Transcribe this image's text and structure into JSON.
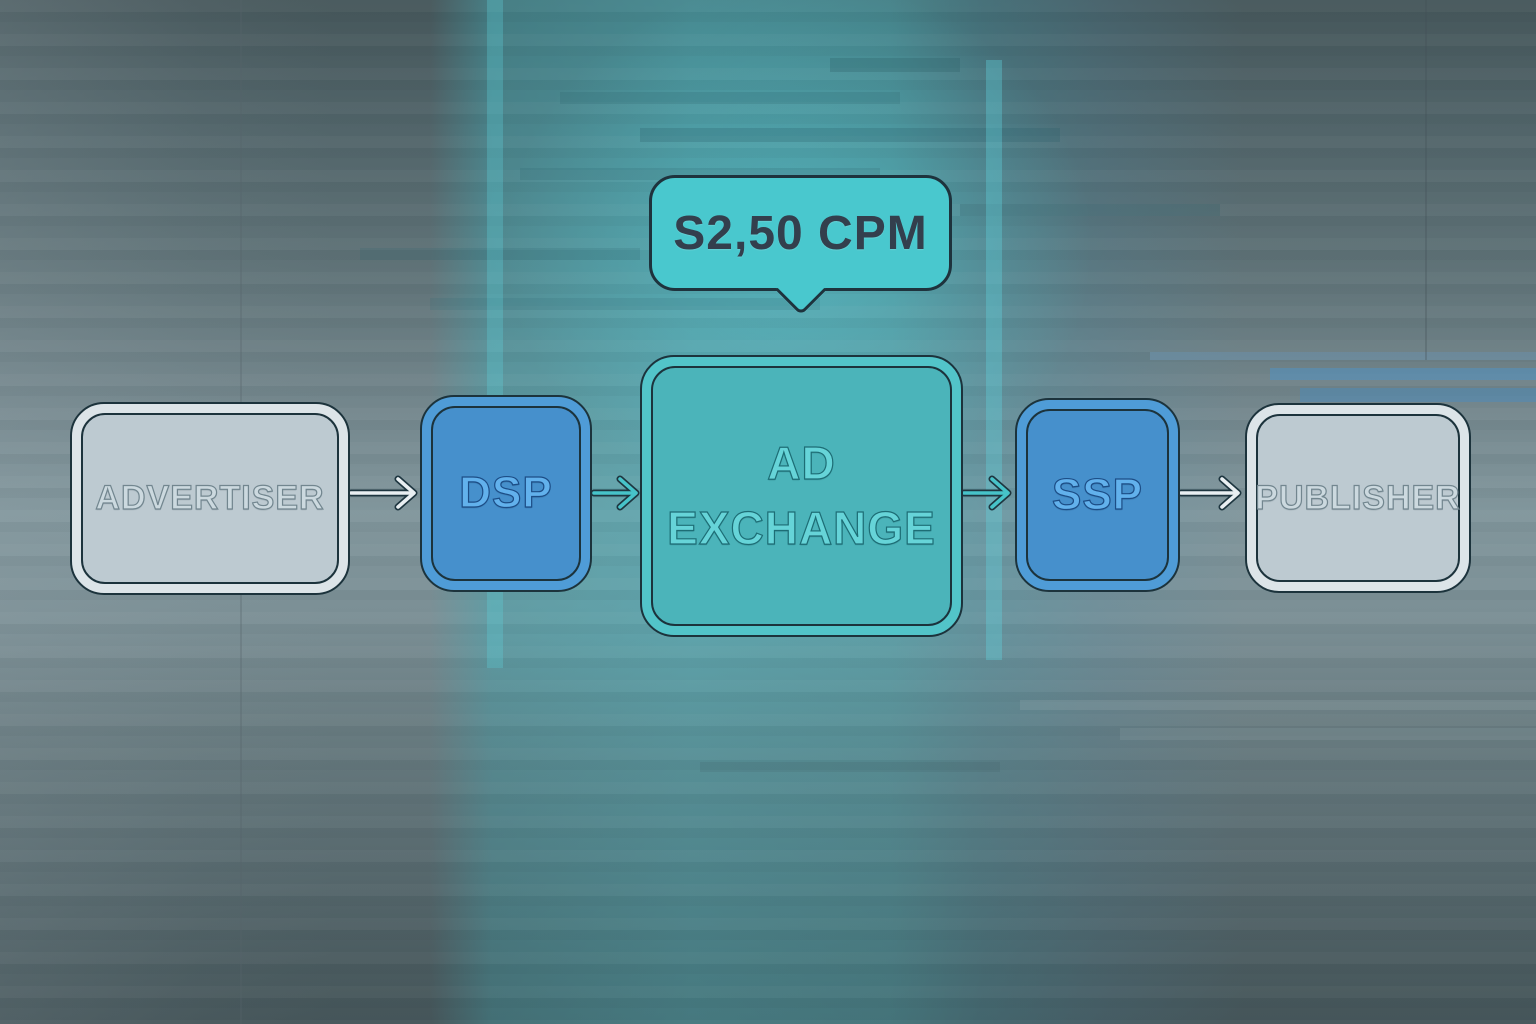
{
  "bubble": {
    "text": "S2,50 CPM"
  },
  "nodes": {
    "advertiser": {
      "label": "ADVERTISER"
    },
    "dsp": {
      "label": "DSP"
    },
    "ad_exchange": {
      "label": "AD EXCHANGE"
    },
    "ssp": {
      "label": "SSP"
    },
    "publisher": {
      "label": "PUBLISHER"
    }
  },
  "arrows": [
    {
      "name": "advertiser-to-dsp-arrow",
      "color_key": "arrow_light"
    },
    {
      "name": "dsp-to-ad-exchange-arrow",
      "color_key": "arrow_teal"
    },
    {
      "name": "ad-exchange-to-ssp-arrow",
      "color_key": "arrow_teal"
    },
    {
      "name": "ssp-to-publisher-arrow",
      "color_key": "arrow_light"
    }
  ],
  "colors": {
    "bubble_fill": "#49c8ce",
    "bubble_border": "#1e333d",
    "bubble_text": "#333f4d",
    "teal_band": "#52c4c9",
    "teal_fill": "#4ab3b9",
    "teal_text": "#66d4d8",
    "teal_text_stroke": "#1d6d75",
    "blue_band": "#4f9cd7",
    "blue_fill": "#468fcb",
    "blue_text": "#62b1ec",
    "blue_text_stroke": "#1c4d86",
    "silver_band": "#dce4e8",
    "silver_fill": "#b9c7ce",
    "silver_text": "#ccd9df",
    "silver_text_stroke": "#72868f",
    "node_outline": "#1c333c",
    "arrow_light": "#e9eff2",
    "arrow_teal": "#47c3c9",
    "arrow_outline": "#1e3640"
  }
}
